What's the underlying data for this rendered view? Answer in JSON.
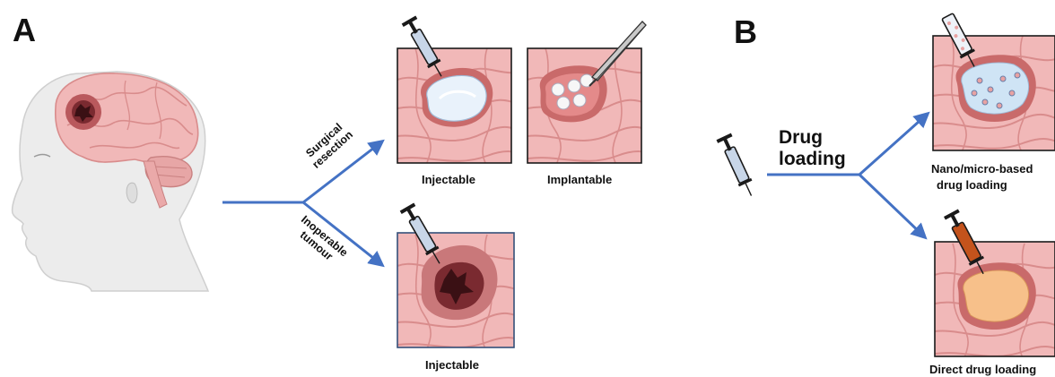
{
  "panel_a": {
    "letter": "A",
    "branches": {
      "upper": [
        "Surgical",
        "resection"
      ],
      "lower": [
        "Inoperable",
        "tumour"
      ]
    },
    "captions": {
      "top_left": "Injectable",
      "top_right": "Implantable",
      "bottom": "Injectable"
    }
  },
  "panel_b": {
    "letter": "B",
    "title_lines": [
      "Drug",
      "loading"
    ],
    "captions": {
      "top_line1": "Nano/micro-based",
      "top_line2": "drug loading",
      "bottom": "Direct drug loading"
    }
  },
  "colors": {
    "arrow": "#4472c4",
    "brain": "#f1b8b8",
    "brain_fold": "#d98c8c",
    "skin": "#ececec",
    "frame": "#1a1a1a",
    "frame_blue": "#34507a",
    "tumour": "#5a1e24",
    "resection_rim": "#c96a6a",
    "syringe_barrel": "#c8d6e8",
    "syringe_orange": "#c4531c",
    "gel_blue": "#cfe4f5",
    "gel_orange": "#f7c08a"
  },
  "icons": [
    "head-profile-icon",
    "syringe-icon",
    "forceps-icon",
    "implant-pellets-icon",
    "nanoparticle-icon"
  ]
}
